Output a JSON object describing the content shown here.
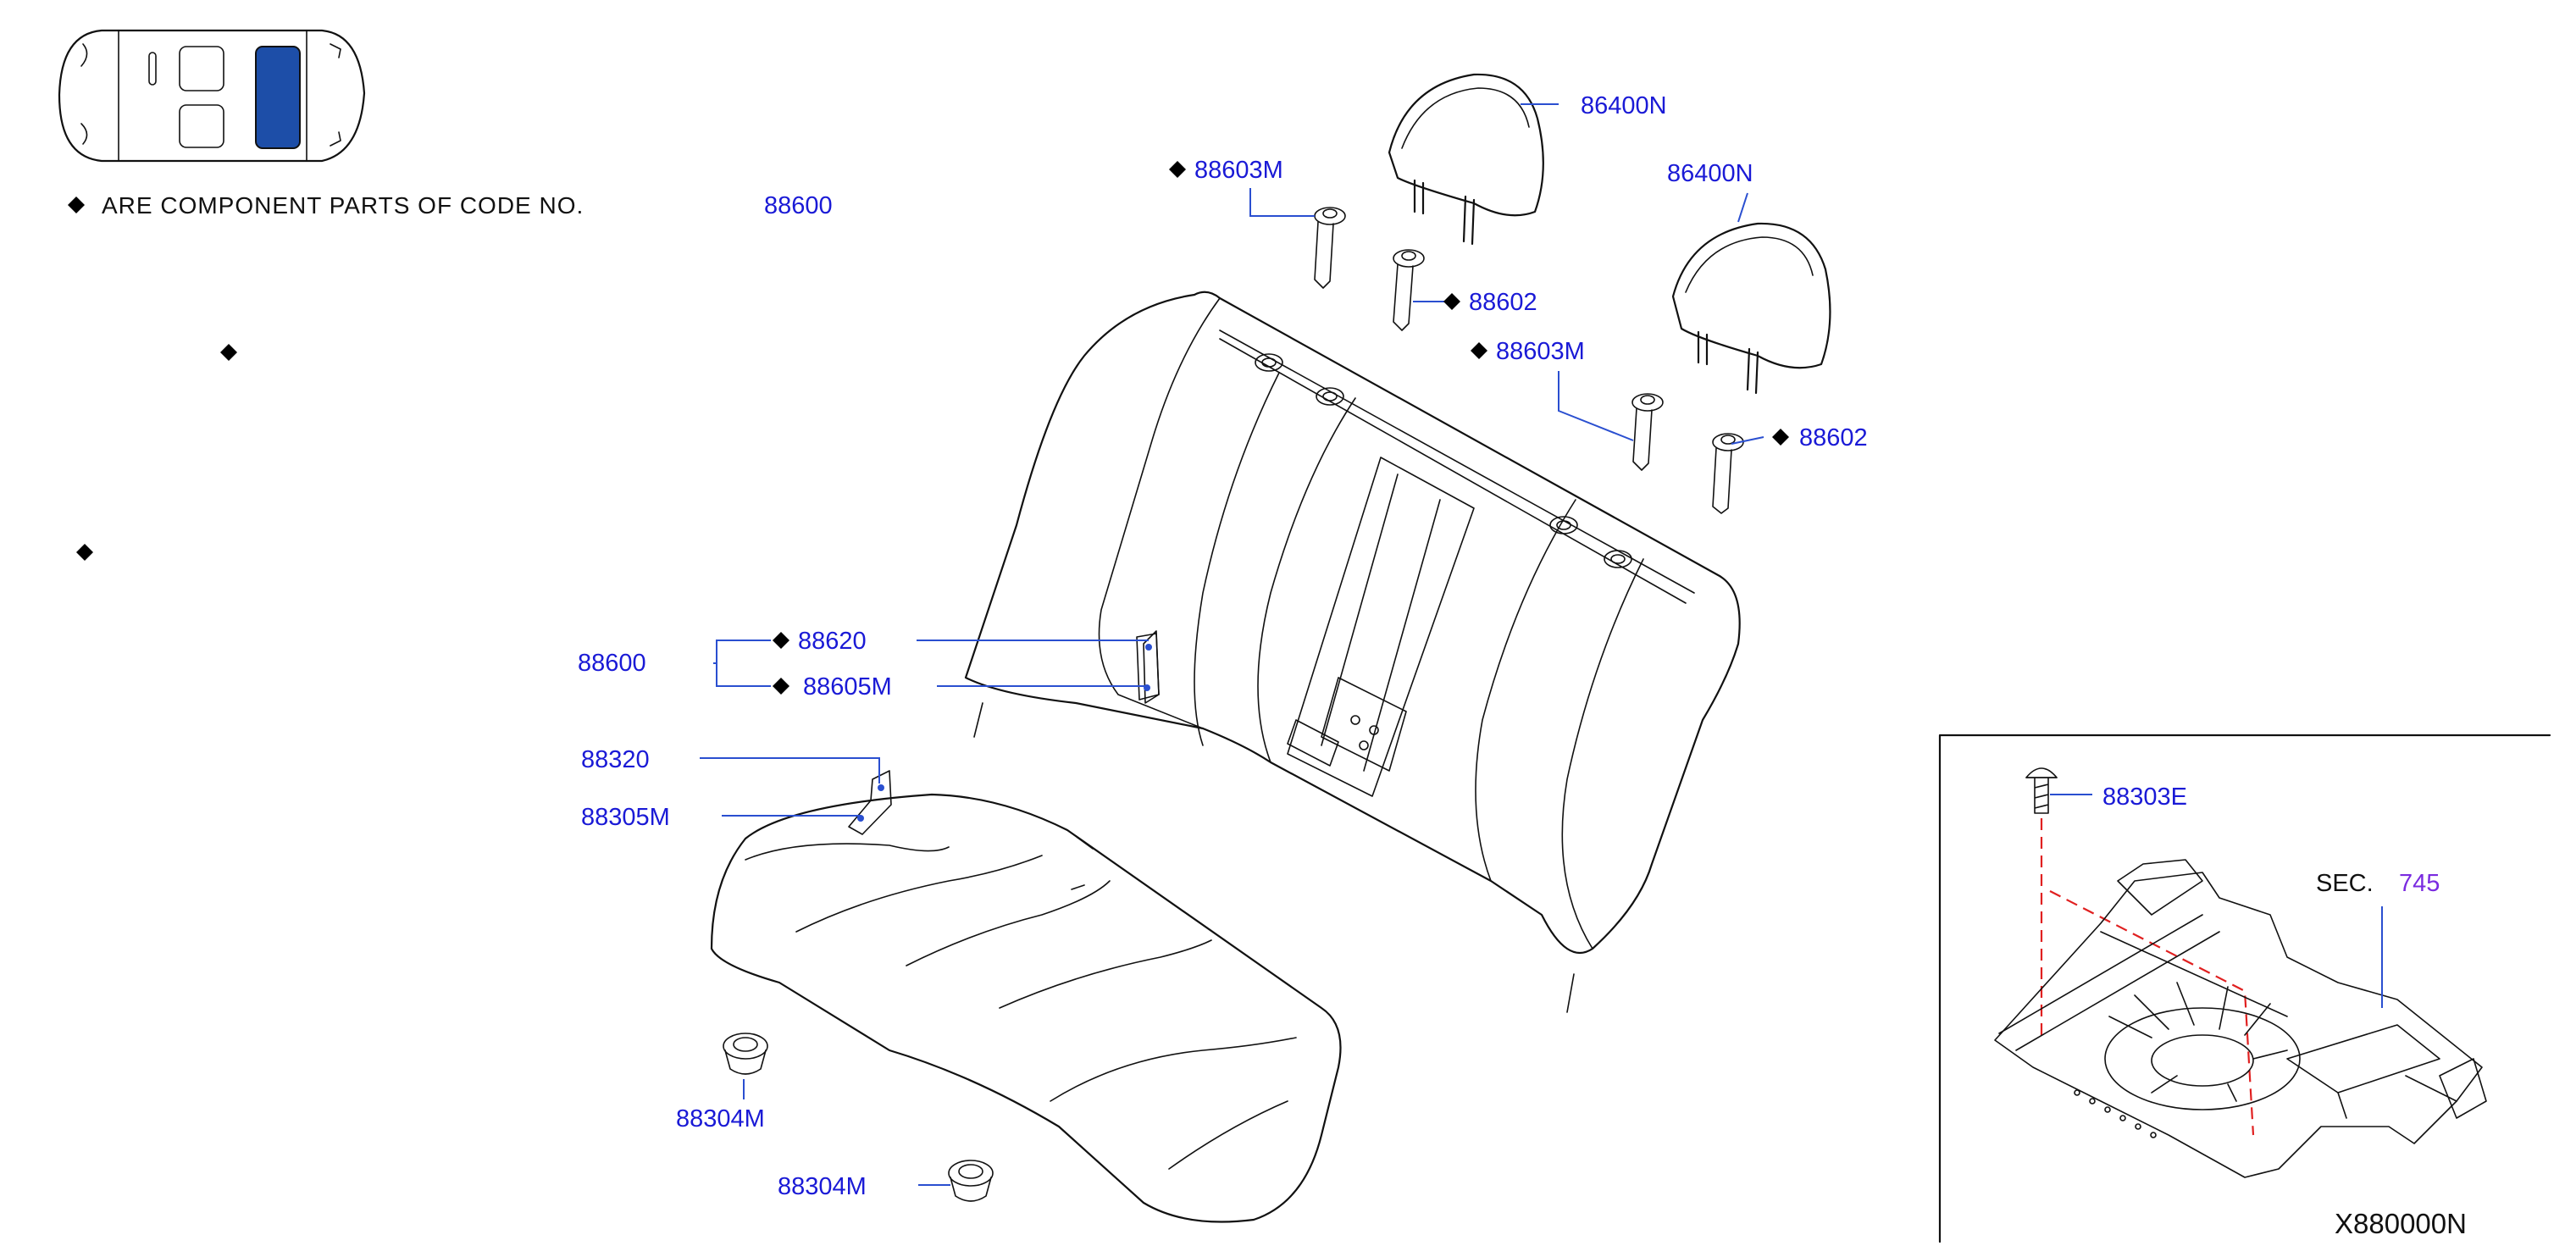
{
  "note": {
    "text": "ARE  COMPONENT  PARTS  OF  CODE  NO.",
    "code": "88600"
  },
  "labels": {
    "headrest_a": "86400N",
    "headrest_b": "86400N",
    "guide_a": "88603M",
    "guide_b": "88603M",
    "lock_a": "88602",
    "lock_b": "88602",
    "hook": "88620",
    "bolt_hook": "88605M",
    "seatback": "88600",
    "cushion_hook": "88320",
    "bolt_cushion": "88305M",
    "clip_a": "88304M",
    "clip_b": "88304M",
    "bolt_floor": "88303E",
    "sec_prefix": "SEC.",
    "sec_number": "745",
    "diagram_code": "X880000N"
  },
  "colors": {
    "label": "#1a1ad6",
    "leader": "#2a4fd0",
    "section_link": "#7a2be0",
    "highlight_seat": "#1d4ea8",
    "red_dash": "#e02020"
  }
}
